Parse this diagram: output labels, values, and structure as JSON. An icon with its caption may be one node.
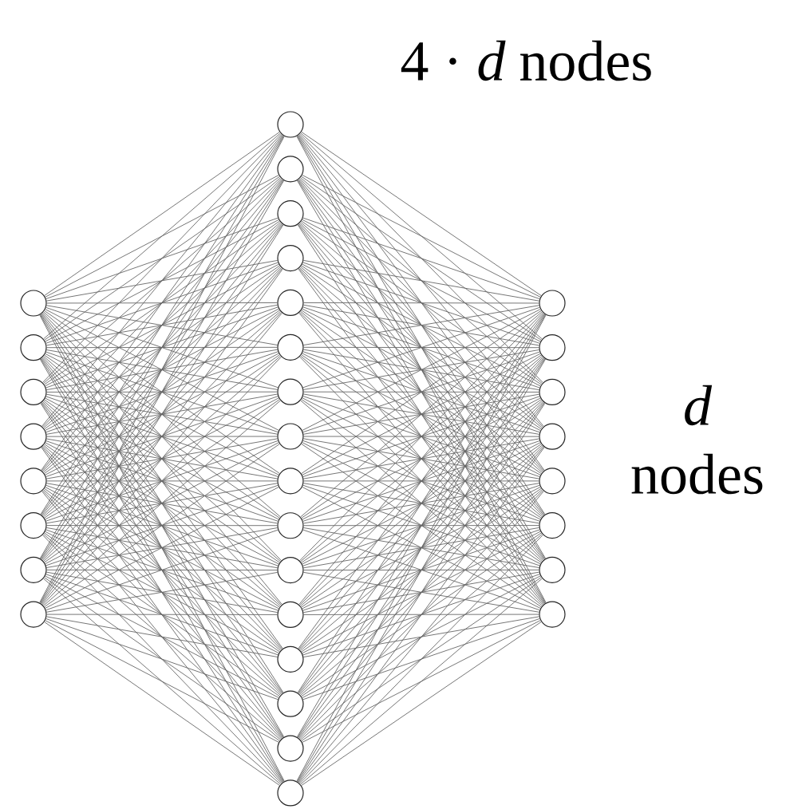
{
  "diagram": {
    "nodes": [
      {
        "text": [],
        "shape": "circle"
      },
      {
        "text": [],
        "shape": "circle"
      },
      {
        "text": [],
        "shape": "circle"
      },
      {
        "text": [],
        "shape": "circle"
      },
      {
        "text": [],
        "shape": "circle"
      },
      {
        "text": [],
        "shape": "circle"
      },
      {
        "text": [],
        "shape": "circle"
      },
      {
        "text": [],
        "shape": "circle"
      },
      {
        "text": [],
        "shape": "circle"
      },
      {
        "text": [],
        "shape": "circle"
      },
      {
        "text": [],
        "shape": "circle"
      },
      {
        "text": [],
        "shape": "circle"
      },
      {
        "text": [],
        "shape": "circle"
      },
      {
        "text": [],
        "shape": "circle"
      },
      {
        "text": [],
        "shape": "circle"
      },
      {
        "text": [],
        "shape": "circle"
      },
      {
        "text": [],
        "shape": "circle"
      },
      {
        "text": [],
        "shape": "circle"
      },
      {
        "text": [],
        "shape": "circle"
      },
      {
        "text": [],
        "shape": "circle"
      },
      {
        "text": [],
        "shape": "circle"
      },
      {
        "text": [],
        "shape": "circle"
      },
      {
        "text": [],
        "shape": "circle"
      },
      {
        "text": [],
        "shape": "circle"
      },
      {
        "text": [],
        "shape": "circle"
      },
      {
        "text": [],
        "shape": "circle"
      },
      {
        "text": [],
        "shape": "circle"
      },
      {
        "text": [],
        "shape": "circle"
      },
      {
        "text": [],
        "shape": "circle"
      },
      {
        "text": [],
        "shape": "circle"
      },
      {
        "text": [],
        "shape": "circle"
      },
      {
        "text": [],
        "shape": "circle"
      }
    ],
    "edges": [
      {
        "from": 0,
        "to": 8,
        "arrow": "none"
      },
      {
        "from": 0,
        "to": 9,
        "arrow": "none"
      },
      {
        "from": 0,
        "to": 10,
        "arrow": "none"
      },
      {
        "from": 0,
        "to": 11,
        "arrow": "none"
      },
      {
        "from": 0,
        "to": 12,
        "arrow": "none"
      },
      {
        "from": 0,
        "to": 13,
        "arrow": "none"
      },
      {
        "from": 0,
        "to": 14,
        "arrow": "none"
      },
      {
        "from": 0,
        "to": 15,
        "arrow": "none"
      },
      {
        "from": 0,
        "to": 16,
        "arrow": "none"
      },
      {
        "from": 0,
        "to": 17,
        "arrow": "none"
      },
      {
        "from": 0,
        "to": 18,
        "arrow": "none"
      },
      {
        "from": 0,
        "to": 19,
        "arrow": "none"
      },
      {
        "from": 0,
        "to": 20,
        "arrow": "none"
      },
      {
        "from": 0,
        "to": 21,
        "arrow": "none"
      },
      {
        "from": 0,
        "to": 22,
        "arrow": "none"
      },
      {
        "from": 0,
        "to": 23,
        "arrow": "none"
      },
      {
        "from": 1,
        "to": 8,
        "arrow": "none"
      },
      {
        "from": 1,
        "to": 9,
        "arrow": "none"
      },
      {
        "from": 1,
        "to": 10,
        "arrow": "none"
      },
      {
        "from": 1,
        "to": 11,
        "arrow": "none"
      },
      {
        "from": 1,
        "to": 12,
        "arrow": "none"
      },
      {
        "from": 1,
        "to": 13,
        "arrow": "none"
      },
      {
        "from": 1,
        "to": 14,
        "arrow": "none"
      },
      {
        "from": 1,
        "to": 15,
        "arrow": "none"
      },
      {
        "from": 1,
        "to": 16,
        "arrow": "none"
      },
      {
        "from": 1,
        "to": 17,
        "arrow": "none"
      },
      {
        "from": 1,
        "to": 18,
        "arrow": "none"
      },
      {
        "from": 1,
        "to": 19,
        "arrow": "none"
      },
      {
        "from": 1,
        "to": 20,
        "arrow": "none"
      },
      {
        "from": 1,
        "to": 21,
        "arrow": "none"
      },
      {
        "from": 1,
        "to": 22,
        "arrow": "none"
      },
      {
        "from": 1,
        "to": 23,
        "arrow": "none"
      },
      {
        "from": 2,
        "to": 8,
        "arrow": "none"
      },
      {
        "from": 2,
        "to": 9,
        "arrow": "none"
      },
      {
        "from": 2,
        "to": 10,
        "arrow": "none"
      },
      {
        "from": 2,
        "to": 11,
        "arrow": "none"
      },
      {
        "from": 2,
        "to": 12,
        "arrow": "none"
      },
      {
        "from": 2,
        "to": 13,
        "arrow": "none"
      },
      {
        "from": 2,
        "to": 14,
        "arrow": "none"
      },
      {
        "from": 2,
        "to": 15,
        "arrow": "none"
      },
      {
        "from": 2,
        "to": 16,
        "arrow": "none"
      },
      {
        "from": 2,
        "to": 17,
        "arrow": "none"
      },
      {
        "from": 2,
        "to": 18,
        "arrow": "none"
      },
      {
        "from": 2,
        "to": 19,
        "arrow": "none"
      },
      {
        "from": 2,
        "to": 20,
        "arrow": "none"
      },
      {
        "from": 2,
        "to": 21,
        "arrow": "none"
      },
      {
        "from": 2,
        "to": 22,
        "arrow": "none"
      },
      {
        "from": 2,
        "to": 23,
        "arrow": "none"
      },
      {
        "from": 3,
        "to": 8,
        "arrow": "none"
      },
      {
        "from": 3,
        "to": 9,
        "arrow": "none"
      },
      {
        "from": 3,
        "to": 10,
        "arrow": "none"
      },
      {
        "from": 3,
        "to": 11,
        "arrow": "none"
      },
      {
        "from": 3,
        "to": 12,
        "arrow": "none"
      },
      {
        "from": 3,
        "to": 13,
        "arrow": "none"
      },
      {
        "from": 3,
        "to": 14,
        "arrow": "none"
      },
      {
        "from": 3,
        "to": 15,
        "arrow": "none"
      },
      {
        "from": 3,
        "to": 16,
        "arrow": "none"
      },
      {
        "from": 3,
        "to": 17,
        "arrow": "none"
      },
      {
        "from": 3,
        "to": 18,
        "arrow": "none"
      },
      {
        "from": 3,
        "to": 19,
        "arrow": "none"
      },
      {
        "from": 3,
        "to": 20,
        "arrow": "none"
      },
      {
        "from": 3,
        "to": 21,
        "arrow": "none"
      },
      {
        "from": 3,
        "to": 22,
        "arrow": "none"
      },
      {
        "from": 3,
        "to": 23,
        "arrow": "none"
      },
      {
        "from": 4,
        "to": 8,
        "arrow": "none"
      },
      {
        "from": 4,
        "to": 9,
        "arrow": "none"
      },
      {
        "from": 4,
        "to": 10,
        "arrow": "none"
      },
      {
        "from": 4,
        "to": 11,
        "arrow": "none"
      },
      {
        "from": 4,
        "to": 12,
        "arrow": "none"
      },
      {
        "from": 4,
        "to": 13,
        "arrow": "none"
      },
      {
        "from": 4,
        "to": 14,
        "arrow": "none"
      },
      {
        "from": 4,
        "to": 15,
        "arrow": "none"
      },
      {
        "from": 4,
        "to": 16,
        "arrow": "none"
      },
      {
        "from": 4,
        "to": 17,
        "arrow": "none"
      },
      {
        "from": 4,
        "to": 18,
        "arrow": "none"
      },
      {
        "from": 4,
        "to": 19,
        "arrow": "none"
      },
      {
        "from": 4,
        "to": 20,
        "arrow": "none"
      },
      {
        "from": 4,
        "to": 21,
        "arrow": "none"
      },
      {
        "from": 4,
        "to": 22,
        "arrow": "none"
      },
      {
        "from": 4,
        "to": 23,
        "arrow": "none"
      },
      {
        "from": 5,
        "to": 8,
        "arrow": "none"
      },
      {
        "from": 5,
        "to": 9,
        "arrow": "none"
      },
      {
        "from": 5,
        "to": 10,
        "arrow": "none"
      },
      {
        "from": 5,
        "to": 11,
        "arrow": "none"
      },
      {
        "from": 5,
        "to": 12,
        "arrow": "none"
      },
      {
        "from": 5,
        "to": 13,
        "arrow": "none"
      },
      {
        "from": 5,
        "to": 14,
        "arrow": "none"
      },
      {
        "from": 5,
        "to": 15,
        "arrow": "none"
      },
      {
        "from": 5,
        "to": 16,
        "arrow": "none"
      },
      {
        "from": 5,
        "to": 17,
        "arrow": "none"
      },
      {
        "from": 5,
        "to": 18,
        "arrow": "none"
      },
      {
        "from": 5,
        "to": 19,
        "arrow": "none"
      },
      {
        "from": 5,
        "to": 20,
        "arrow": "none"
      },
      {
        "from": 5,
        "to": 21,
        "arrow": "none"
      },
      {
        "from": 5,
        "to": 22,
        "arrow": "none"
      },
      {
        "from": 5,
        "to": 23,
        "arrow": "none"
      },
      {
        "from": 6,
        "to": 8,
        "arrow": "none"
      },
      {
        "from": 6,
        "to": 9,
        "arrow": "none"
      },
      {
        "from": 6,
        "to": 10,
        "arrow": "none"
      },
      {
        "from": 6,
        "to": 11,
        "arrow": "none"
      },
      {
        "from": 6,
        "to": 12,
        "arrow": "none"
      },
      {
        "from": 6,
        "to": 13,
        "arrow": "none"
      },
      {
        "from": 6,
        "to": 14,
        "arrow": "none"
      },
      {
        "from": 6,
        "to": 15,
        "arrow": "none"
      },
      {
        "from": 6,
        "to": 16,
        "arrow": "none"
      },
      {
        "from": 6,
        "to": 17,
        "arrow": "none"
      },
      {
        "from": 6,
        "to": 18,
        "arrow": "none"
      },
      {
        "from": 6,
        "to": 19,
        "arrow": "none"
      },
      {
        "from": 6,
        "to": 20,
        "arrow": "none"
      },
      {
        "from": 6,
        "to": 21,
        "arrow": "none"
      },
      {
        "from": 6,
        "to": 22,
        "arrow": "none"
      },
      {
        "from": 6,
        "to": 23,
        "arrow": "none"
      },
      {
        "from": 7,
        "to": 8,
        "arrow": "none"
      },
      {
        "from": 7,
        "to": 9,
        "arrow": "none"
      },
      {
        "from": 7,
        "to": 10,
        "arrow": "none"
      },
      {
        "from": 7,
        "to": 11,
        "arrow": "none"
      },
      {
        "from": 7,
        "to": 12,
        "arrow": "none"
      },
      {
        "from": 7,
        "to": 13,
        "arrow": "none"
      },
      {
        "from": 7,
        "to": 14,
        "arrow": "none"
      },
      {
        "from": 7,
        "to": 15,
        "arrow": "none"
      },
      {
        "from": 7,
        "to": 16,
        "arrow": "none"
      },
      {
        "from": 7,
        "to": 17,
        "arrow": "none"
      },
      {
        "from": 7,
        "to": 18,
        "arrow": "none"
      },
      {
        "from": 7,
        "to": 19,
        "arrow": "none"
      },
      {
        "from": 7,
        "to": 20,
        "arrow": "none"
      },
      {
        "from": 7,
        "to": 21,
        "arrow": "none"
      },
      {
        "from": 7,
        "to": 22,
        "arrow": "none"
      },
      {
        "from": 7,
        "to": 23,
        "arrow": "none"
      },
      {
        "from": 8,
        "to": 24,
        "arrow": "none"
      },
      {
        "from": 8,
        "to": 25,
        "arrow": "none"
      },
      {
        "from": 8,
        "to": 26,
        "arrow": "none"
      },
      {
        "from": 8,
        "to": 27,
        "arrow": "none"
      },
      {
        "from": 8,
        "to": 28,
        "arrow": "none"
      },
      {
        "from": 8,
        "to": 29,
        "arrow": "none"
      },
      {
        "from": 8,
        "to": 30,
        "arrow": "none"
      },
      {
        "from": 8,
        "to": 31,
        "arrow": "none"
      },
      {
        "from": 9,
        "to": 24,
        "arrow": "none"
      },
      {
        "from": 9,
        "to": 25,
        "arrow": "none"
      },
      {
        "from": 9,
        "to": 26,
        "arrow": "none"
      },
      {
        "from": 9,
        "to": 27,
        "arrow": "none"
      },
      {
        "from": 9,
        "to": 28,
        "arrow": "none"
      },
      {
        "from": 9,
        "to": 29,
        "arrow": "none"
      },
      {
        "from": 9,
        "to": 30,
        "arrow": "none"
      },
      {
        "from": 9,
        "to": 31,
        "arrow": "none"
      },
      {
        "from": 10,
        "to": 24,
        "arrow": "none"
      },
      {
        "from": 10,
        "to": 25,
        "arrow": "none"
      },
      {
        "from": 10,
        "to": 26,
        "arrow": "none"
      },
      {
        "from": 10,
        "to": 27,
        "arrow": "none"
      },
      {
        "from": 10,
        "to": 28,
        "arrow": "none"
      },
      {
        "from": 10,
        "to": 29,
        "arrow": "none"
      },
      {
        "from": 10,
        "to": 30,
        "arrow": "none"
      },
      {
        "from": 10,
        "to": 31,
        "arrow": "none"
      },
      {
        "from": 11,
        "to": 24,
        "arrow": "none"
      },
      {
        "from": 11,
        "to": 25,
        "arrow": "none"
      },
      {
        "from": 11,
        "to": 26,
        "arrow": "none"
      },
      {
        "from": 11,
        "to": 27,
        "arrow": "none"
      },
      {
        "from": 11,
        "to": 28,
        "arrow": "none"
      },
      {
        "from": 11,
        "to": 29,
        "arrow": "none"
      },
      {
        "from": 11,
        "to": 30,
        "arrow": "none"
      },
      {
        "from": 11,
        "to": 31,
        "arrow": "none"
      },
      {
        "from": 12,
        "to": 24,
        "arrow": "none"
      },
      {
        "from": 12,
        "to": 25,
        "arrow": "none"
      },
      {
        "from": 12,
        "to": 26,
        "arrow": "none"
      },
      {
        "from": 12,
        "to": 27,
        "arrow": "none"
      },
      {
        "from": 12,
        "to": 28,
        "arrow": "none"
      },
      {
        "from": 12,
        "to": 29,
        "arrow": "none"
      },
      {
        "from": 12,
        "to": 30,
        "arrow": "none"
      },
      {
        "from": 12,
        "to": 31,
        "arrow": "none"
      },
      {
        "from": 13,
        "to": 24,
        "arrow": "none"
      },
      {
        "from": 13,
        "to": 25,
        "arrow": "none"
      },
      {
        "from": 13,
        "to": 26,
        "arrow": "none"
      },
      {
        "from": 13,
        "to": 27,
        "arrow": "none"
      },
      {
        "from": 13,
        "to": 28,
        "arrow": "none"
      },
      {
        "from": 13,
        "to": 29,
        "arrow": "none"
      },
      {
        "from": 13,
        "to": 30,
        "arrow": "none"
      },
      {
        "from": 13,
        "to": 31,
        "arrow": "none"
      },
      {
        "from": 14,
        "to": 24,
        "arrow": "none"
      },
      {
        "from": 14,
        "to": 25,
        "arrow": "none"
      },
      {
        "from": 14,
        "to": 26,
        "arrow": "none"
      },
      {
        "from": 14,
        "to": 27,
        "arrow": "none"
      },
      {
        "from": 14,
        "to": 28,
        "arrow": "none"
      },
      {
        "from": 14,
        "to": 29,
        "arrow": "none"
      },
      {
        "from": 14,
        "to": 30,
        "arrow": "none"
      },
      {
        "from": 14,
        "to": 31,
        "arrow": "none"
      },
      {
        "from": 15,
        "to": 24,
        "arrow": "none"
      },
      {
        "from": 15,
        "to": 25,
        "arrow": "none"
      },
      {
        "from": 15,
        "to": 26,
        "arrow": "none"
      },
      {
        "from": 15,
        "to": 27,
        "arrow": "none"
      },
      {
        "from": 15,
        "to": 28,
        "arrow": "none"
      },
      {
        "from": 15,
        "to": 29,
        "arrow": "none"
      },
      {
        "from": 15,
        "to": 30,
        "arrow": "none"
      },
      {
        "from": 15,
        "to": 31,
        "arrow": "none"
      },
      {
        "from": 16,
        "to": 24,
        "arrow": "none"
      },
      {
        "from": 16,
        "to": 25,
        "arrow": "none"
      },
      {
        "from": 16,
        "to": 26,
        "arrow": "none"
      },
      {
        "from": 16,
        "to": 27,
        "arrow": "none"
      },
      {
        "from": 16,
        "to": 28,
        "arrow": "none"
      },
      {
        "from": 16,
        "to": 29,
        "arrow": "none"
      },
      {
        "from": 16,
        "to": 30,
        "arrow": "none"
      },
      {
        "from": 16,
        "to": 31,
        "arrow": "none"
      },
      {
        "from": 17,
        "to": 24,
        "arrow": "none"
      },
      {
        "from": 17,
        "to": 25,
        "arrow": "none"
      },
      {
        "from": 17,
        "to": 26,
        "arrow": "none"
      },
      {
        "from": 17,
        "to": 27,
        "arrow": "none"
      },
      {
        "from": 17,
        "to": 28,
        "arrow": "none"
      },
      {
        "from": 17,
        "to": 29,
        "arrow": "none"
      },
      {
        "from": 17,
        "to": 30,
        "arrow": "none"
      },
      {
        "from": 17,
        "to": 31,
        "arrow": "none"
      },
      {
        "from": 18,
        "to": 24,
        "arrow": "none"
      },
      {
        "from": 18,
        "to": 25,
        "arrow": "none"
      },
      {
        "from": 18,
        "to": 26,
        "arrow": "none"
      },
      {
        "from": 18,
        "to": 27,
        "arrow": "none"
      },
      {
        "from": 18,
        "to": 28,
        "arrow": "none"
      },
      {
        "from": 18,
        "to": 29,
        "arrow": "none"
      },
      {
        "from": 18,
        "to": 30,
        "arrow": "none"
      },
      {
        "from": 18,
        "to": 31,
        "arrow": "none"
      },
      {
        "from": 19,
        "to": 24,
        "arrow": "none"
      },
      {
        "from": 19,
        "to": 25,
        "arrow": "none"
      },
      {
        "from": 19,
        "to": 26,
        "arrow": "none"
      },
      {
        "from": 19,
        "to": 27,
        "arrow": "none"
      },
      {
        "from": 19,
        "to": 28,
        "arrow": "none"
      },
      {
        "from": 19,
        "to": 29,
        "arrow": "none"
      },
      {
        "from": 19,
        "to": 30,
        "arrow": "none"
      },
      {
        "from": 19,
        "to": 31,
        "arrow": "none"
      },
      {
        "from": 20,
        "to": 24,
        "arrow": "none"
      },
      {
        "from": 20,
        "to": 25,
        "arrow": "none"
      },
      {
        "from": 20,
        "to": 26,
        "arrow": "none"
      },
      {
        "from": 20,
        "to": 27,
        "arrow": "none"
      },
      {
        "from": 20,
        "to": 28,
        "arrow": "none"
      },
      {
        "from": 20,
        "to": 29,
        "arrow": "none"
      },
      {
        "from": 20,
        "to": 30,
        "arrow": "none"
      },
      {
        "from": 20,
        "to": 31,
        "arrow": "none"
      },
      {
        "from": 21,
        "to": 24,
        "arrow": "none"
      },
      {
        "from": 21,
        "to": 25,
        "arrow": "none"
      },
      {
        "from": 21,
        "to": 26,
        "arrow": "none"
      },
      {
        "from": 21,
        "to": 27,
        "arrow": "none"
      },
      {
        "from": 21,
        "to": 28,
        "arrow": "none"
      },
      {
        "from": 21,
        "to": 29,
        "arrow": "none"
      },
      {
        "from": 21,
        "to": 30,
        "arrow": "none"
      },
      {
        "from": 21,
        "to": 31,
        "arrow": "none"
      },
      {
        "from": 22,
        "to": 24,
        "arrow": "none"
      },
      {
        "from": 22,
        "to": 25,
        "arrow": "none"
      },
      {
        "from": 22,
        "to": 26,
        "arrow": "none"
      },
      {
        "from": 22,
        "to": 27,
        "arrow": "none"
      },
      {
        "from": 22,
        "to": 28,
        "arrow": "none"
      },
      {
        "from": 22,
        "to": 29,
        "arrow": "none"
      },
      {
        "from": 22,
        "to": 30,
        "arrow": "none"
      },
      {
        "from": 22,
        "to": 31,
        "arrow": "none"
      },
      {
        "from": 23,
        "to": 24,
        "arrow": "none"
      },
      {
        "from": 23,
        "to": 25,
        "arrow": "none"
      },
      {
        "from": 23,
        "to": 26,
        "arrow": "none"
      },
      {
        "from": 23,
        "to": 27,
        "arrow": "none"
      },
      {
        "from": 23,
        "to": 28,
        "arrow": "none"
      },
      {
        "from": 23,
        "to": 29,
        "arrow": "none"
      },
      {
        "from": 23,
        "to": 30,
        "arrow": "none"
      },
      {
        "from": 23,
        "to": 31,
        "arrow": "none"
      }
    ],
    "labels": [
      "4 · *d*",
      "nodes",
      "d",
      "nodes"
    ]
  }
}
